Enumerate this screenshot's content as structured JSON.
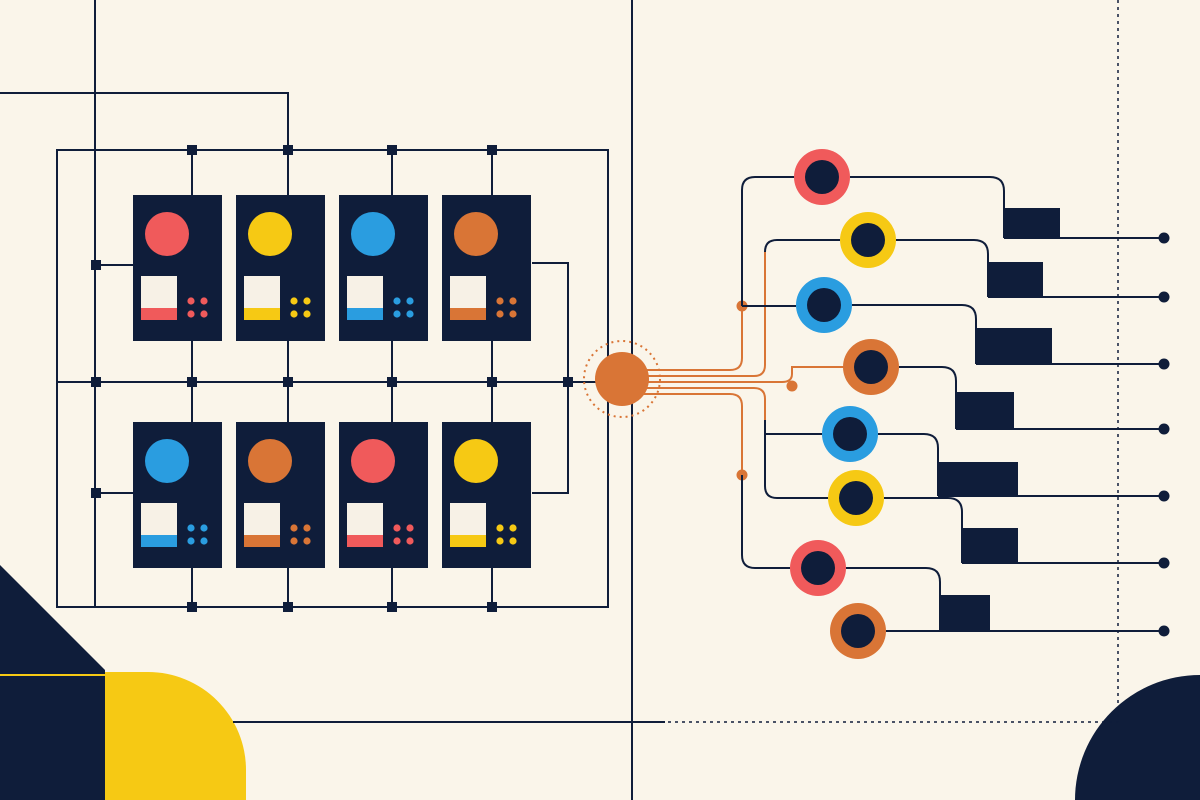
{
  "palette": {
    "background": "#FAF5EA",
    "navy": "#0F1D3A",
    "red": "#F05A5B",
    "yellow": "#F6C914",
    "blue": "#2A9DE0",
    "orange": "#D97536",
    "cream": "#F7F1E6",
    "trace": "#D97536"
  },
  "modules": [
    {
      "row": 1,
      "col": 1,
      "color": "red"
    },
    {
      "row": 1,
      "col": 2,
      "color": "yellow"
    },
    {
      "row": 1,
      "col": 3,
      "color": "blue"
    },
    {
      "row": 1,
      "col": 4,
      "color": "orange"
    },
    {
      "row": 2,
      "col": 1,
      "color": "blue"
    },
    {
      "row": 2,
      "col": 2,
      "color": "orange"
    },
    {
      "row": 2,
      "col": 3,
      "color": "red"
    },
    {
      "row": 2,
      "col": 4,
      "color": "yellow"
    }
  ],
  "hub": {
    "color": "orange",
    "ring": "dotted"
  },
  "outputs": [
    {
      "color": "red"
    },
    {
      "color": "yellow"
    },
    {
      "color": "blue"
    },
    {
      "color": "orange"
    },
    {
      "color": "blue"
    },
    {
      "color": "yellow"
    },
    {
      "color": "red"
    },
    {
      "color": "orange"
    }
  ],
  "icons": {
    "module": "indicator-module-icon",
    "hub": "central-hub-node",
    "output": "output-ring-node",
    "terminal": "terminal-dot"
  }
}
